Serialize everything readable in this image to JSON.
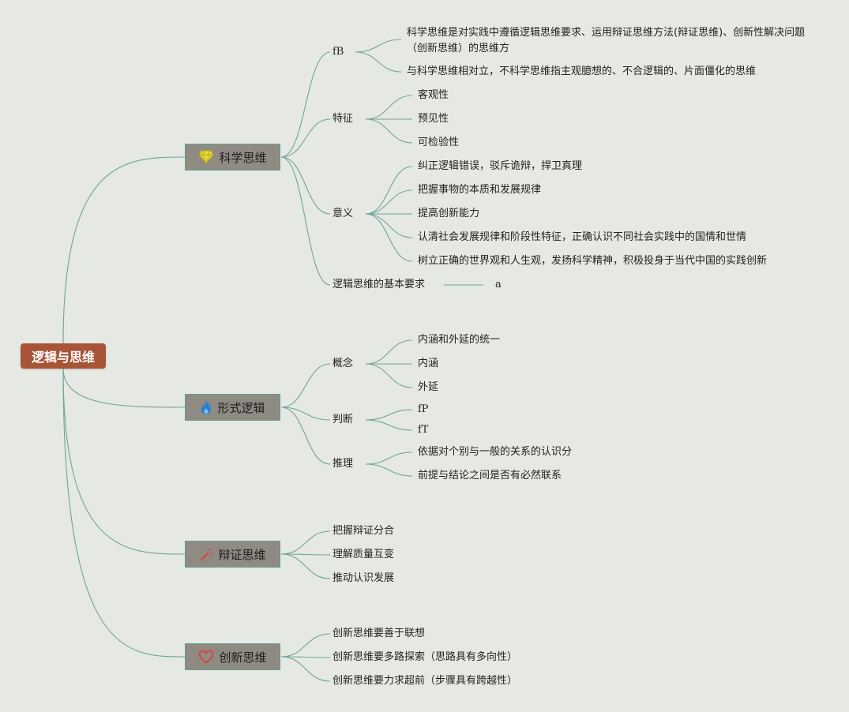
{
  "root": "逻辑与思维",
  "branches": [
    {
      "title": "科学思维",
      "icon": "diamond-icon",
      "children": [
        {
          "label": "fB",
          "children": [
            "科学思维是对实践中遵循逻辑思维要求、运用辩证思维方法(辩证思维)、创新性解决问题（创新思维）的思维方",
            "与科学思维相对立，不科学思维指主观臆想的、不合逻辑的、片面僵化的思维"
          ]
        },
        {
          "label": "特征",
          "children": [
            "客观性",
            "预见性",
            "可检验性"
          ]
        },
        {
          "label": "意义",
          "children": [
            "纠正逻辑错误，驳斥诡辩，捍卫真理",
            "把握事物的本质和发展规律",
            "提高创新能力",
            "认清社会发展规律和阶段性特征，正确认识不同社会实践中的国情和世情",
            "树立正确的世界观和人生观，发扬科学精神，积极投身于当代中国的实践创新"
          ]
        },
        {
          "label": "逻辑思维的基本要求",
          "children": [
            "a"
          ]
        }
      ]
    },
    {
      "title": "形式逻辑",
      "icon": "flame-icon",
      "children": [
        {
          "label": "概念",
          "children": [
            "内涵和外延的统一",
            "内涵",
            "外延"
          ]
        },
        {
          "label": "判断",
          "children": [
            "fP",
            "fT"
          ]
        },
        {
          "label": "推理",
          "children": [
            "依据对个别与一般的关系的认识分",
            "前提与结论之间是否有必然联系"
          ]
        }
      ]
    },
    {
      "title": "辩证思维",
      "icon": "magic-wand-icon",
      "children": [
        "把握辩证分合",
        "理解质量互变",
        "推动认识发展"
      ]
    },
    {
      "title": "创新思维",
      "icon": "heart-icon",
      "children": [
        "创新思维要善于联想",
        "创新思维要多路探索（思路具有多向性）",
        "创新思维要力求超前（步骤具有跨越性）"
      ]
    }
  ],
  "colors": {
    "background": "#e6e8e3",
    "root_fill": "#a85436",
    "branch_fill": "#8f8b83",
    "link": "#6fa597",
    "diamond": "#e7d93a",
    "flame": "#2d7fd3",
    "wand": "#d24a3a",
    "heart": "#d8433a"
  }
}
